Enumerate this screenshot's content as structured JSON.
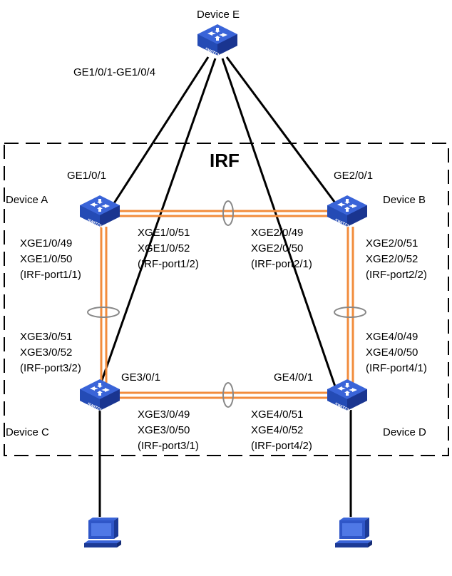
{
  "colors": {
    "irf_link": "#f28c3c",
    "switch_top": "#2f56c8",
    "switch_side": "#1c3a96",
    "pc": "#2f56c8",
    "cable": "#000000",
    "ring": "#888888"
  },
  "irf_label": "IRF",
  "devices": {
    "e": {
      "name": "Device E",
      "icon": "switch-icon",
      "switch_label": "SWITCH"
    },
    "a": {
      "name": "Device A",
      "icon": "switch-icon",
      "switch_label": "SWITCH"
    },
    "b": {
      "name": "Device B",
      "icon": "switch-icon",
      "switch_label": "SWITCH"
    },
    "c": {
      "name": "Device C",
      "icon": "switch-icon",
      "switch_label": "SWITCH"
    },
    "d": {
      "name": "Device D",
      "icon": "switch-icon",
      "switch_label": "SWITCH"
    }
  },
  "ports": {
    "e_uplinks": "GE1/0/1-GE1/0/4",
    "a_ge": "GE1/0/1",
    "b_ge": "GE2/0/1",
    "c_ge": "GE3/0/1",
    "d_ge": "GE4/0/1"
  },
  "irf_ports": {
    "a_left": [
      "XGE1/0/49",
      "XGE1/0/50",
      "(IRF-port1/1)"
    ],
    "a_right": [
      "XGE1/0/51",
      "XGE1/0/52",
      "(IRF-port1/2)"
    ],
    "b_left": [
      "XGE2/0/49",
      "XGE2/0/50",
      "(IRF-port2/1)"
    ],
    "b_right": [
      "XGE2/0/51",
      "XGE2/0/52",
      "(IRF-port2/2)"
    ],
    "c_left": [
      "XGE3/0/51",
      "XGE3/0/52",
      "(IRF-port3/2)"
    ],
    "c_right": [
      "XGE3/0/49",
      "XGE3/0/50",
      "(IRF-port3/1)"
    ],
    "d_left": [
      "XGE4/0/51",
      "XGE4/0/52",
      "(IRF-port4/2)"
    ],
    "d_right": [
      "XGE4/0/49",
      "XGE4/0/50",
      "(IRF-port4/1)"
    ]
  },
  "hosts": [
    {
      "icon": "pc-icon"
    },
    {
      "icon": "pc-icon"
    }
  ]
}
